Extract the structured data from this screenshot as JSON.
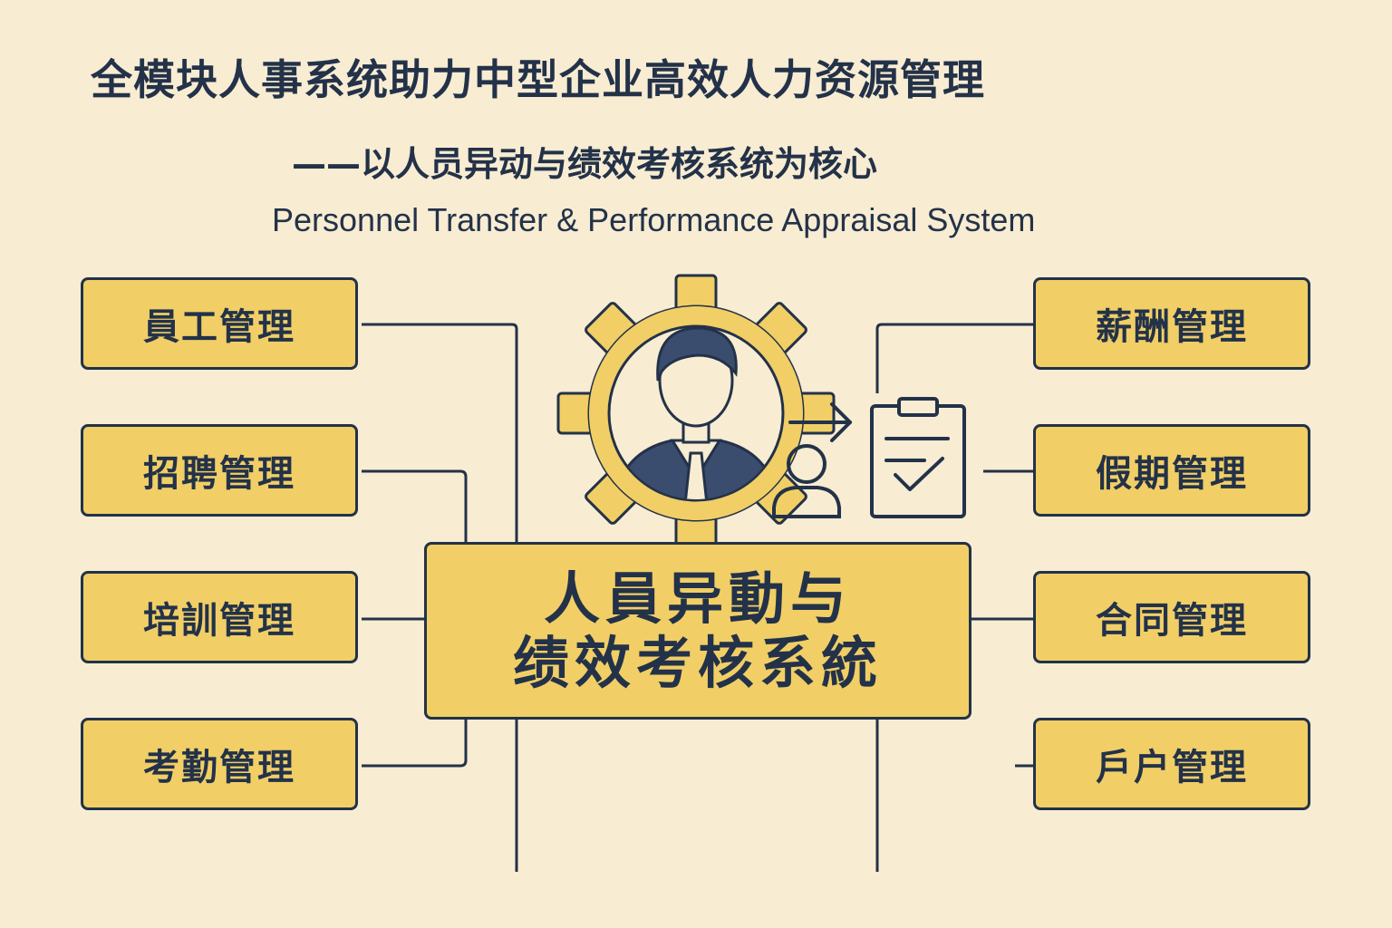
{
  "header": {
    "title": "全模块人事系统助力中型企业高效人力资源管理",
    "subtitle": "——以人员异动与绩效考核系统为核心",
    "subtitle_en": "Personnel Transfer & Performance Appraisal System"
  },
  "center": {
    "line1": "人員异動与",
    "line2": "绩效考核系統"
  },
  "modules": {
    "left": [
      "員工管理",
      "招聘管理",
      "培訓管理",
      "考勤管理"
    ],
    "right": [
      "薪酬管理",
      "假期管理",
      "合同管理",
      "戶户管理"
    ]
  },
  "colors": {
    "background": "#f8ecd2",
    "accent": "#f1cf66",
    "ink": "#233249"
  },
  "icons": [
    "gear-icon",
    "person-avatar-icon",
    "transfer-arrow-icon",
    "user-icon",
    "clipboard-check-icon"
  ]
}
